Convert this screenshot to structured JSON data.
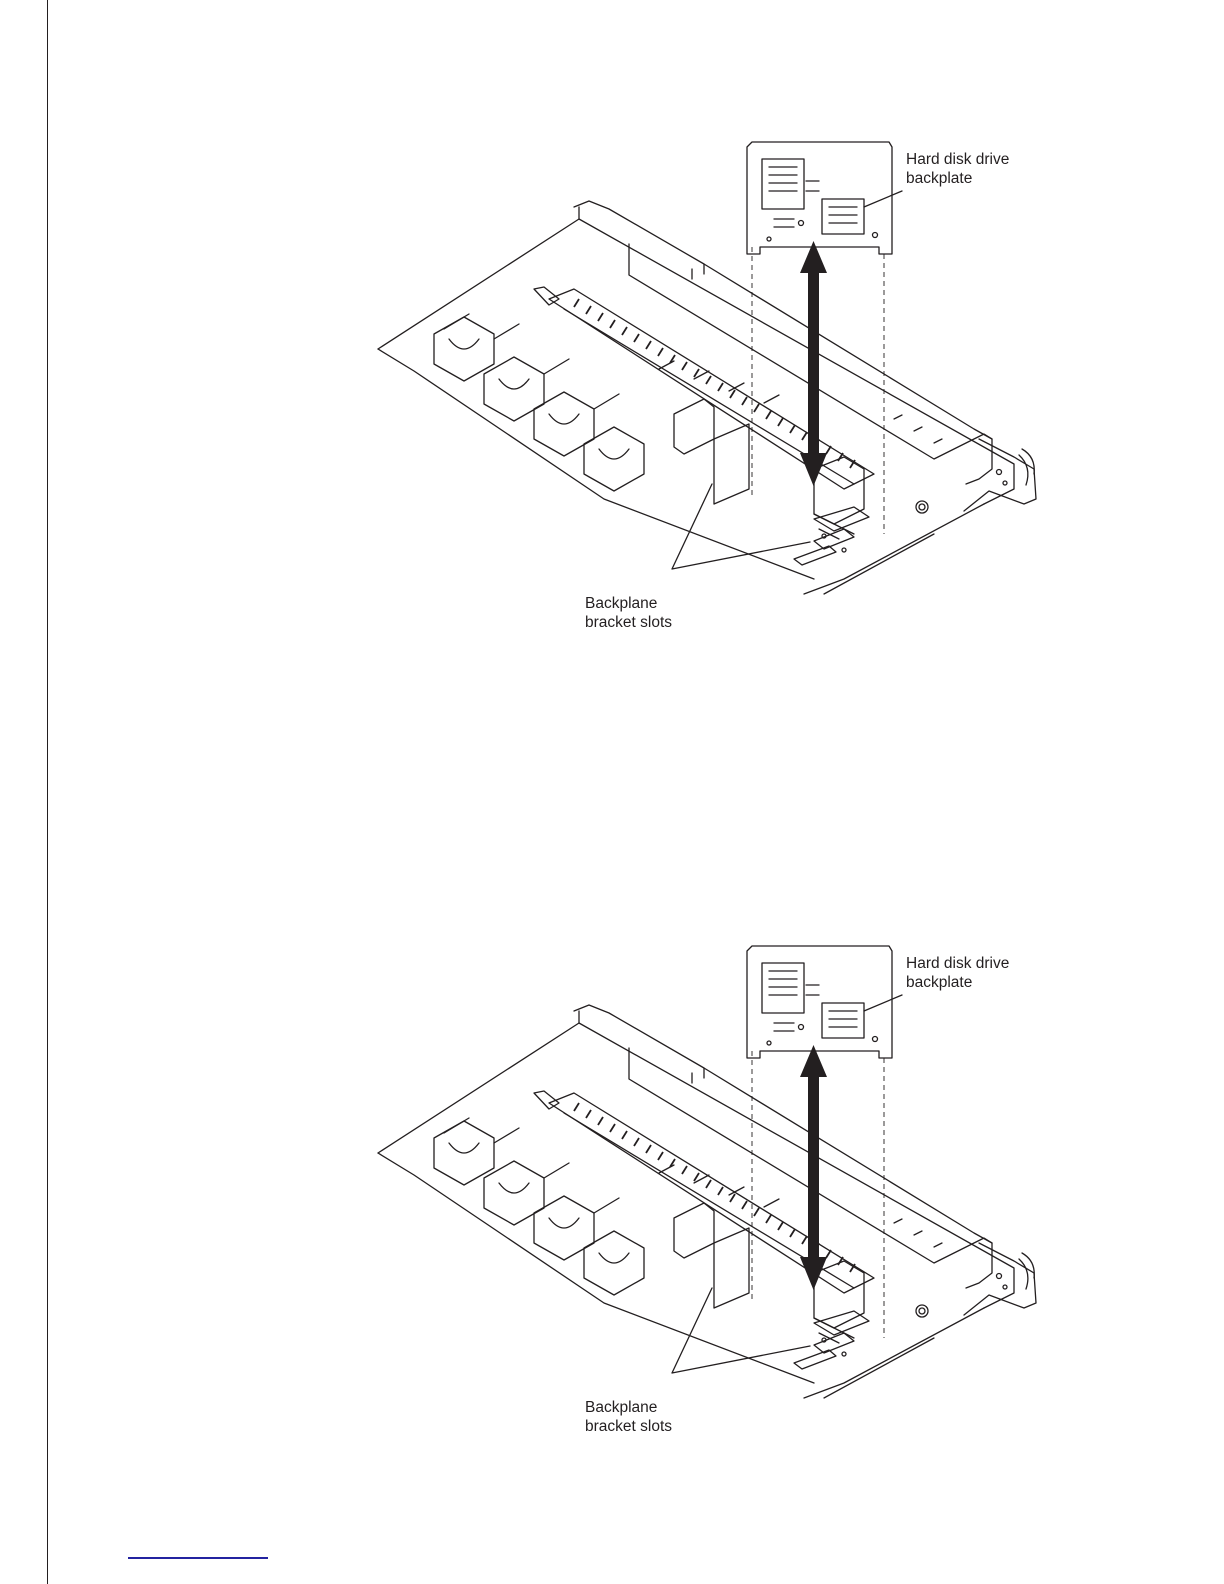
{
  "figures": [
    {
      "callouts": {
        "backplate": "Hard disk drive\nbackplate",
        "slots": "Backplane\nbracket slots"
      }
    },
    {
      "callouts": {
        "backplate": "Hard disk drive\nbackplate",
        "slots": "Backplane\nbracket slots"
      }
    }
  ],
  "colors": {
    "line": "#231f20",
    "link_rule": "#2323a0"
  }
}
